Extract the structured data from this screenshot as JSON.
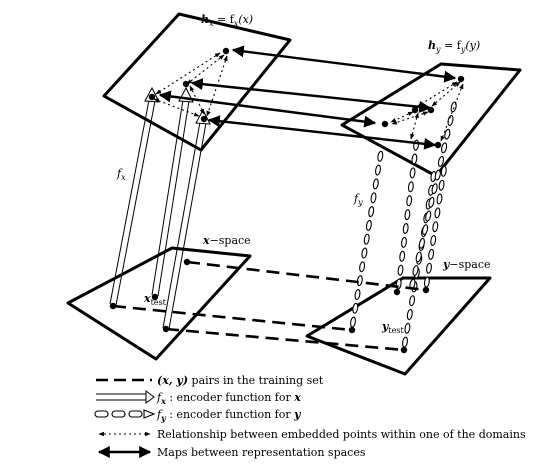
{
  "labels": {
    "hx": "h",
    "hx_sub": "x",
    "hx_rest": " = f",
    "hx_fsub": "x",
    "hx_arg": "(x)",
    "hy": "h",
    "hy_sub": "y",
    "hy_rest": " = f",
    "hy_fsub": "y",
    "hy_arg": "(y)",
    "fx": "f",
    "fx_sub": "x",
    "fy": "f",
    "fy_sub": "y",
    "xspace": "x",
    "xspace_rest": "−space",
    "yspace": "y",
    "yspace_rest": "−space",
    "xtest": "x",
    "xtest_sub": "test",
    "ytest": "y",
    "ytest_sub": "test"
  },
  "legend": [
    {
      "key": "pairs",
      "math": "(x, y)",
      "text": " pairs in the training set"
    },
    {
      "key": "fx",
      "math": "f",
      "sub": "x",
      "text": " :  encoder function for ",
      "math2": "x"
    },
    {
      "key": "fy",
      "math": "f",
      "sub": "y",
      "text": " :  encoder function for ",
      "math2": "y"
    },
    {
      "key": "rel",
      "text": "Relationship between embedded points within one of the domains"
    },
    {
      "key": "maps",
      "text": "Maps between representation spaces"
    }
  ]
}
